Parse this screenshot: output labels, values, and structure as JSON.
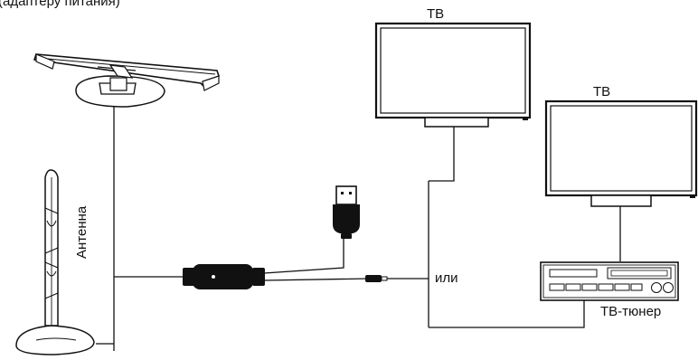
{
  "top_text": "(адаптеру питания)",
  "labels": {
    "tv_top": "ТВ",
    "tv_right": "ТВ",
    "antenna": "Антенна",
    "or": "или",
    "tuner": "ТВ-тюнер"
  }
}
